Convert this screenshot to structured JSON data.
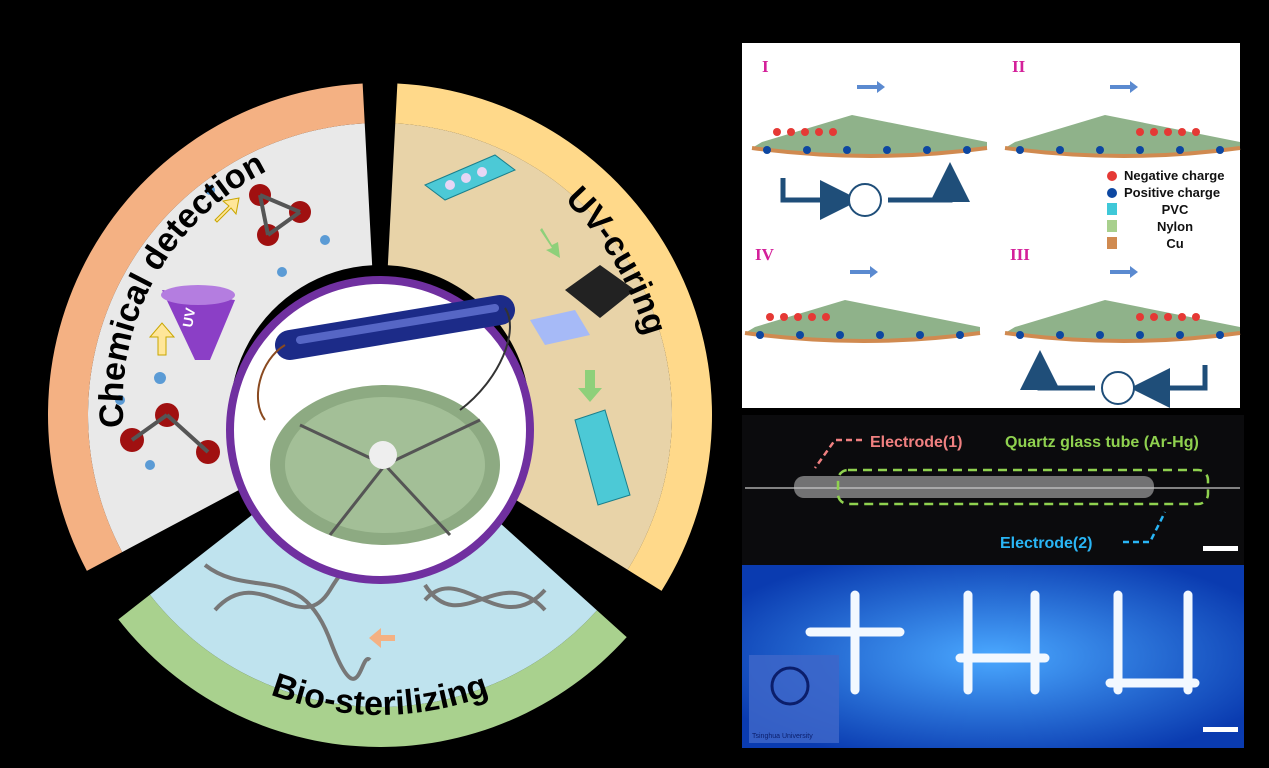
{
  "left_panel": {
    "segments": [
      {
        "label": "Chemical detection",
        "band_color": "#f4b183",
        "fill_color": "#e9e9e9"
      },
      {
        "label": "UV-curing",
        "band_color": "#ffd98a",
        "fill_color": "#e8d3a8"
      },
      {
        "label": "Bio-sterilizing",
        "band_color": "#a9d18e",
        "fill_color": "#bfe3ee"
      }
    ],
    "uv_cone_text": "UV",
    "center_ring_color": "#7030a0"
  },
  "mechanism_panel": {
    "stages": [
      "I",
      "II",
      "III",
      "IV"
    ],
    "legend": [
      {
        "label": "Negative charge",
        "color": "#e53935"
      },
      {
        "label": "Positive  charge",
        "color": "#0d47a1"
      },
      {
        "label": "PVC",
        "color": "#3fc8d8"
      },
      {
        "label": "Nylon",
        "color": "#a8d08d"
      },
      {
        "label": "Cu",
        "color": "#d08a50"
      }
    ]
  },
  "photo_panel": {
    "electrode1": "Electrode(1)",
    "tube": "Quartz glass tube (Ar-Hg)",
    "electrode2": "Electrode(2)",
    "electrode1_color": "#f08080",
    "tube_color": "#8fd14f",
    "electrode2_color": "#29b6f6",
    "logo_text": "Tsinghua University"
  }
}
